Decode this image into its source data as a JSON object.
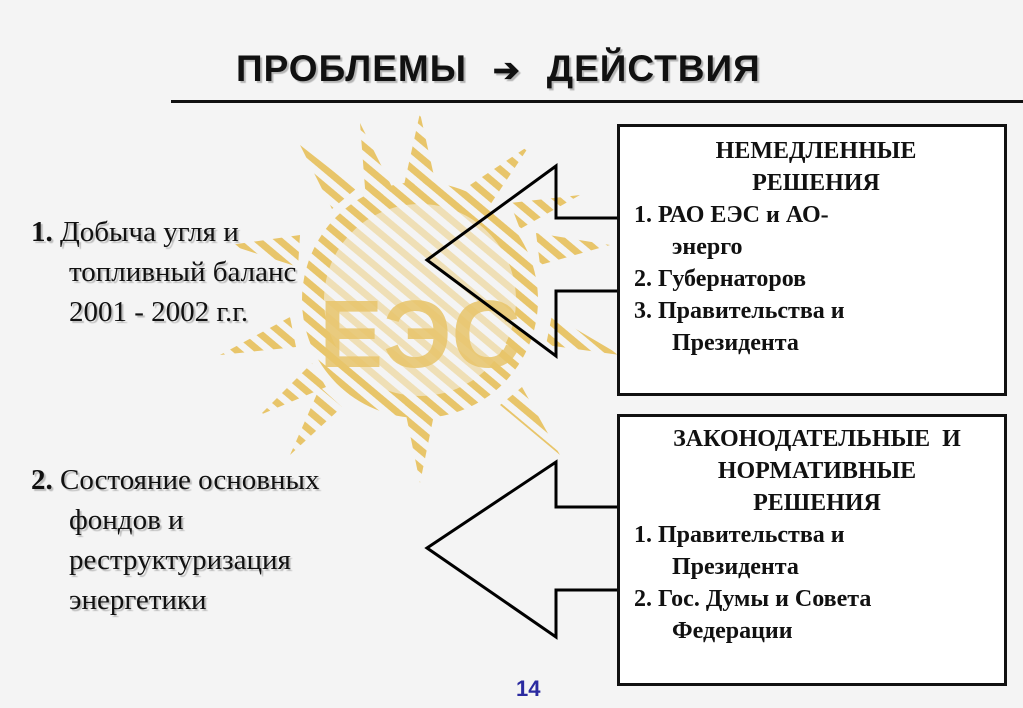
{
  "title": {
    "left": "ПРОБЛЕМЫ",
    "arrow": "➔",
    "right": "ДЕЙСТВИЯ"
  },
  "logo": {
    "text": "ЕЭС",
    "color": "#e8c56a"
  },
  "problems": [
    {
      "num": "1.",
      "lines": [
        "Добыча угля и",
        "топливный баланс",
        "2001 - 2002 г.г."
      ]
    },
    {
      "num": "2.",
      "lines": [
        "Состояние основных",
        "фондов и",
        "реструктуризация",
        "энергетики"
      ]
    }
  ],
  "boxes": [
    {
      "heading": [
        "НЕМЕДЛЕННЫЕ",
        "РЕШЕНИЯ"
      ],
      "items": [
        {
          "num": "1.",
          "text": "РАО ЕЭС и АО-",
          "cont": "энерго"
        },
        {
          "num": "2.",
          "text": "Губернаторов"
        },
        {
          "num": "3.",
          "text": "Правительства и",
          "cont": "Президента"
        }
      ]
    },
    {
      "heading": [
        "ЗАКОНОДАТЕЛЬНЫЕ  И",
        "НОРМАТИВНЫЕ",
        "РЕШЕНИЯ"
      ],
      "items": [
        {
          "num": "1.",
          "text": "Правительства и",
          "cont": "Президента"
        },
        {
          "num": "2.",
          "text": "Гос. Думы и Совета",
          "cont": "Федерации"
        }
      ]
    }
  ],
  "page_number": "14"
}
